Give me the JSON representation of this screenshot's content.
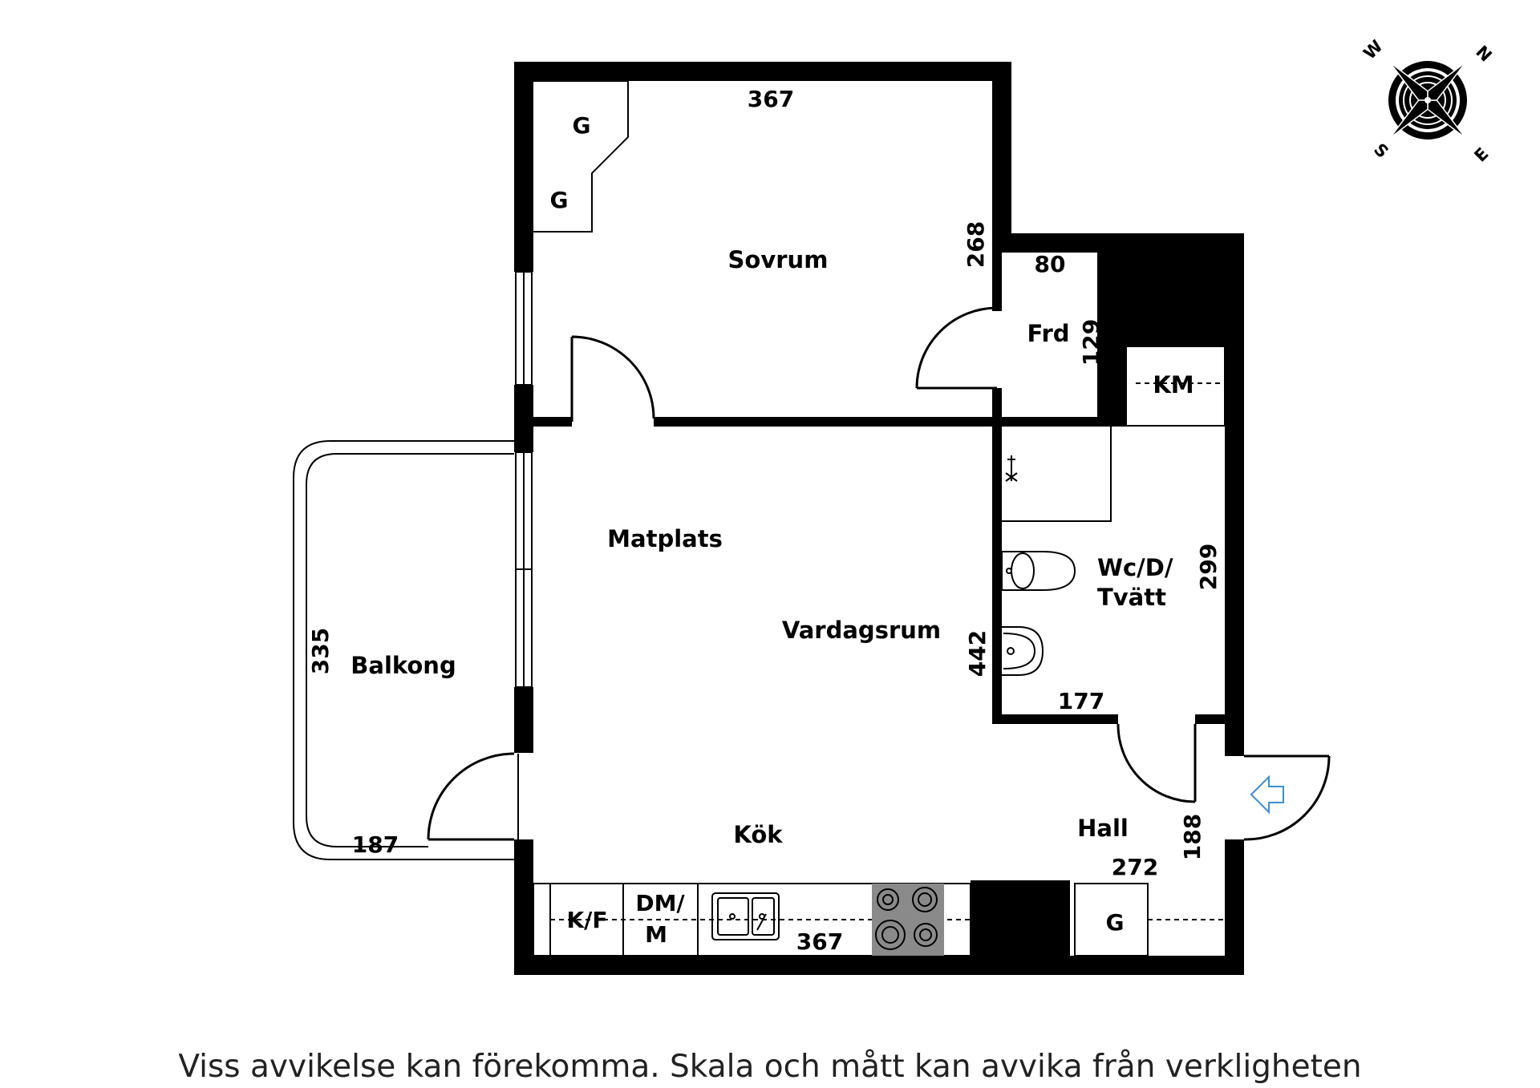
{
  "rooms": {
    "sovrum": "Sovrum",
    "frd": "Frd",
    "km": "KM",
    "matplats": "Matplats",
    "vardagsrum": "Vardagsrum",
    "balkong": "Balkong",
    "wc_line1": "Wc/D/",
    "wc_line2": "Tvätt",
    "kok": "Kök",
    "hall": "Hall"
  },
  "dimensions": {
    "sovrum_width": "367",
    "sovrum_height": "268",
    "frd_width": "80",
    "frd_height": "129",
    "wc_height": "299",
    "wc_width": "177",
    "vardagsrum_height": "442",
    "balkong_height": "335",
    "balkong_width": "187",
    "kok_width": "367",
    "hall_height": "188",
    "hall_width": "272"
  },
  "fixtures": {
    "g_top": "G",
    "g_mid": "G",
    "g_hall": "G",
    "kf": "K/F",
    "dm_line1": "DM/",
    "dm_line2": "M"
  },
  "compass": {
    "n": "N",
    "e": "E",
    "s": "S",
    "w": "W"
  },
  "disclaimer": "Viss avvikelse kan förekomma. Skala och mått kan avvika från verkligheten",
  "colors": {
    "wall": "#000000",
    "stove": "#8a8a8a",
    "entry_arrow": "#3a8fd9"
  }
}
